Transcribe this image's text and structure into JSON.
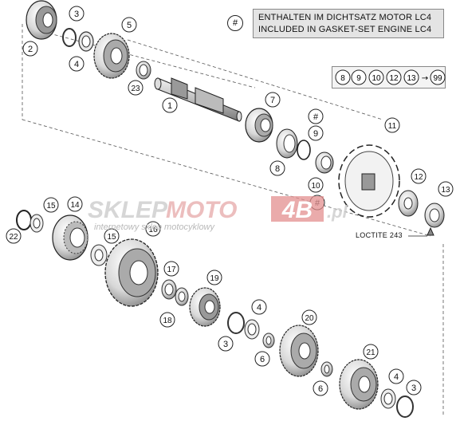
{
  "legend": {
    "symbol": "#",
    "line1": "ENTHALTEN IM DICHTSATZ MOTOR LC4",
    "line2": "INCLUDED IN GASKET-SET ENGINE LC4"
  },
  "gasket_set": {
    "items": [
      "8",
      "9",
      "10",
      "12",
      "13"
    ],
    "separator": "→",
    "target": "99"
  },
  "loctite_label": "LOCTITE 243",
  "watermark": {
    "brand_left": "SKLEP",
    "brand_mid": "MOTO",
    "brand_box": "4B",
    "brand_tld": ".pl",
    "tagline": "internetowy sklep motocyklowy"
  },
  "callouts": [
    {
      "id": "c2",
      "label": "2"
    },
    {
      "id": "c3a",
      "label": "3"
    },
    {
      "id": "c4a",
      "label": "4"
    },
    {
      "id": "c5",
      "label": "5"
    },
    {
      "id": "c23",
      "label": "23"
    },
    {
      "id": "c1",
      "label": "1"
    },
    {
      "id": "c7",
      "label": "7"
    },
    {
      "id": "hashA",
      "label": "#"
    },
    {
      "id": "c9",
      "label": "9"
    },
    {
      "id": "c8",
      "label": "8"
    },
    {
      "id": "c11",
      "label": "11"
    },
    {
      "id": "c10",
      "label": "10"
    },
    {
      "id": "hashB",
      "label": "#"
    },
    {
      "id": "c12",
      "label": "12"
    },
    {
      "id": "c13",
      "label": "13"
    },
    {
      "id": "c15a",
      "label": "15"
    },
    {
      "id": "c14",
      "label": "14"
    },
    {
      "id": "c22",
      "label": "22"
    },
    {
      "id": "c15b",
      "label": "15"
    },
    {
      "id": "c16",
      "label": "16"
    },
    {
      "id": "c17",
      "label": "17"
    },
    {
      "id": "c19",
      "label": "19"
    },
    {
      "id": "c18",
      "label": "18"
    },
    {
      "id": "c4b",
      "label": "4"
    },
    {
      "id": "c3b",
      "label": "3"
    },
    {
      "id": "c6a",
      "label": "6"
    },
    {
      "id": "c20",
      "label": "20"
    },
    {
      "id": "c21",
      "label": "21"
    },
    {
      "id": "c6b",
      "label": "6"
    },
    {
      "id": "c4c",
      "label": "4"
    },
    {
      "id": "c3c",
      "label": "3"
    }
  ]
}
